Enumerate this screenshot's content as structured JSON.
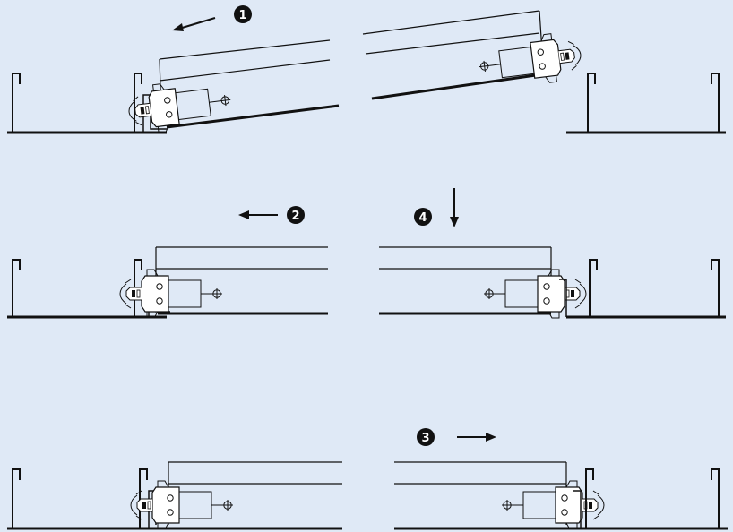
{
  "diagram": {
    "background": "#dfe9f6",
    "line_color": "#111111",
    "steps": [
      {
        "number": "1",
        "arrow_direction": "left"
      },
      {
        "number": "2",
        "arrow_direction": "left"
      },
      {
        "number": "3",
        "arrow_direction": "right"
      },
      {
        "number": "4",
        "arrow_direction": "down"
      }
    ]
  }
}
